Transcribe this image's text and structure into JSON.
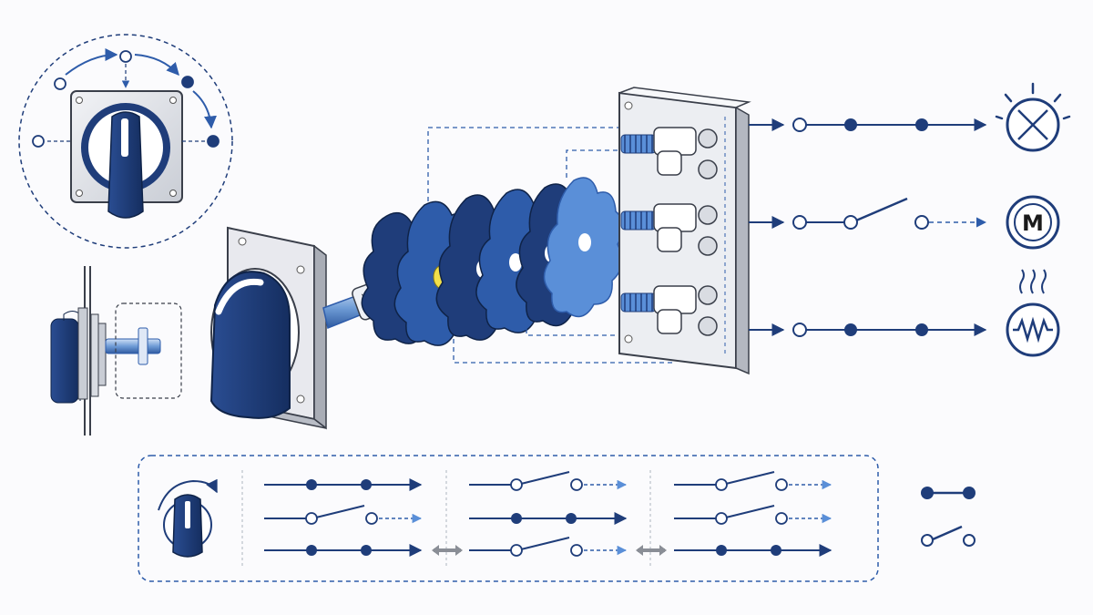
{
  "diagram": {
    "colors": {
      "navy": "#1f3d7a",
      "navy_dark": "#15305f",
      "blue_mid": "#2e5caa",
      "blue_light": "#5a8fd8",
      "steel": "#c8ccd4",
      "yellow": "#f2e04a",
      "gray_arrow": "#8a8e96"
    },
    "loads": [
      {
        "icon": "lamp-icon",
        "label": ""
      },
      {
        "icon": "motor-icon",
        "label": "M"
      },
      {
        "icon": "heater-resistor-icon",
        "label": ""
      }
    ],
    "output_circuits": [
      {
        "state": "closed"
      },
      {
        "state": "open"
      },
      {
        "state": "closed"
      }
    ],
    "switch_positions": [
      {
        "circuits": [
          "closed",
          "open",
          "closed"
        ]
      },
      {
        "circuits": [
          "open",
          "closed",
          "open"
        ]
      },
      {
        "circuits": [
          "open",
          "open",
          "closed"
        ]
      }
    ],
    "legend": [
      {
        "symbol": "closed-contact-symbol"
      },
      {
        "symbol": "open-contact-symbol"
      }
    ]
  }
}
